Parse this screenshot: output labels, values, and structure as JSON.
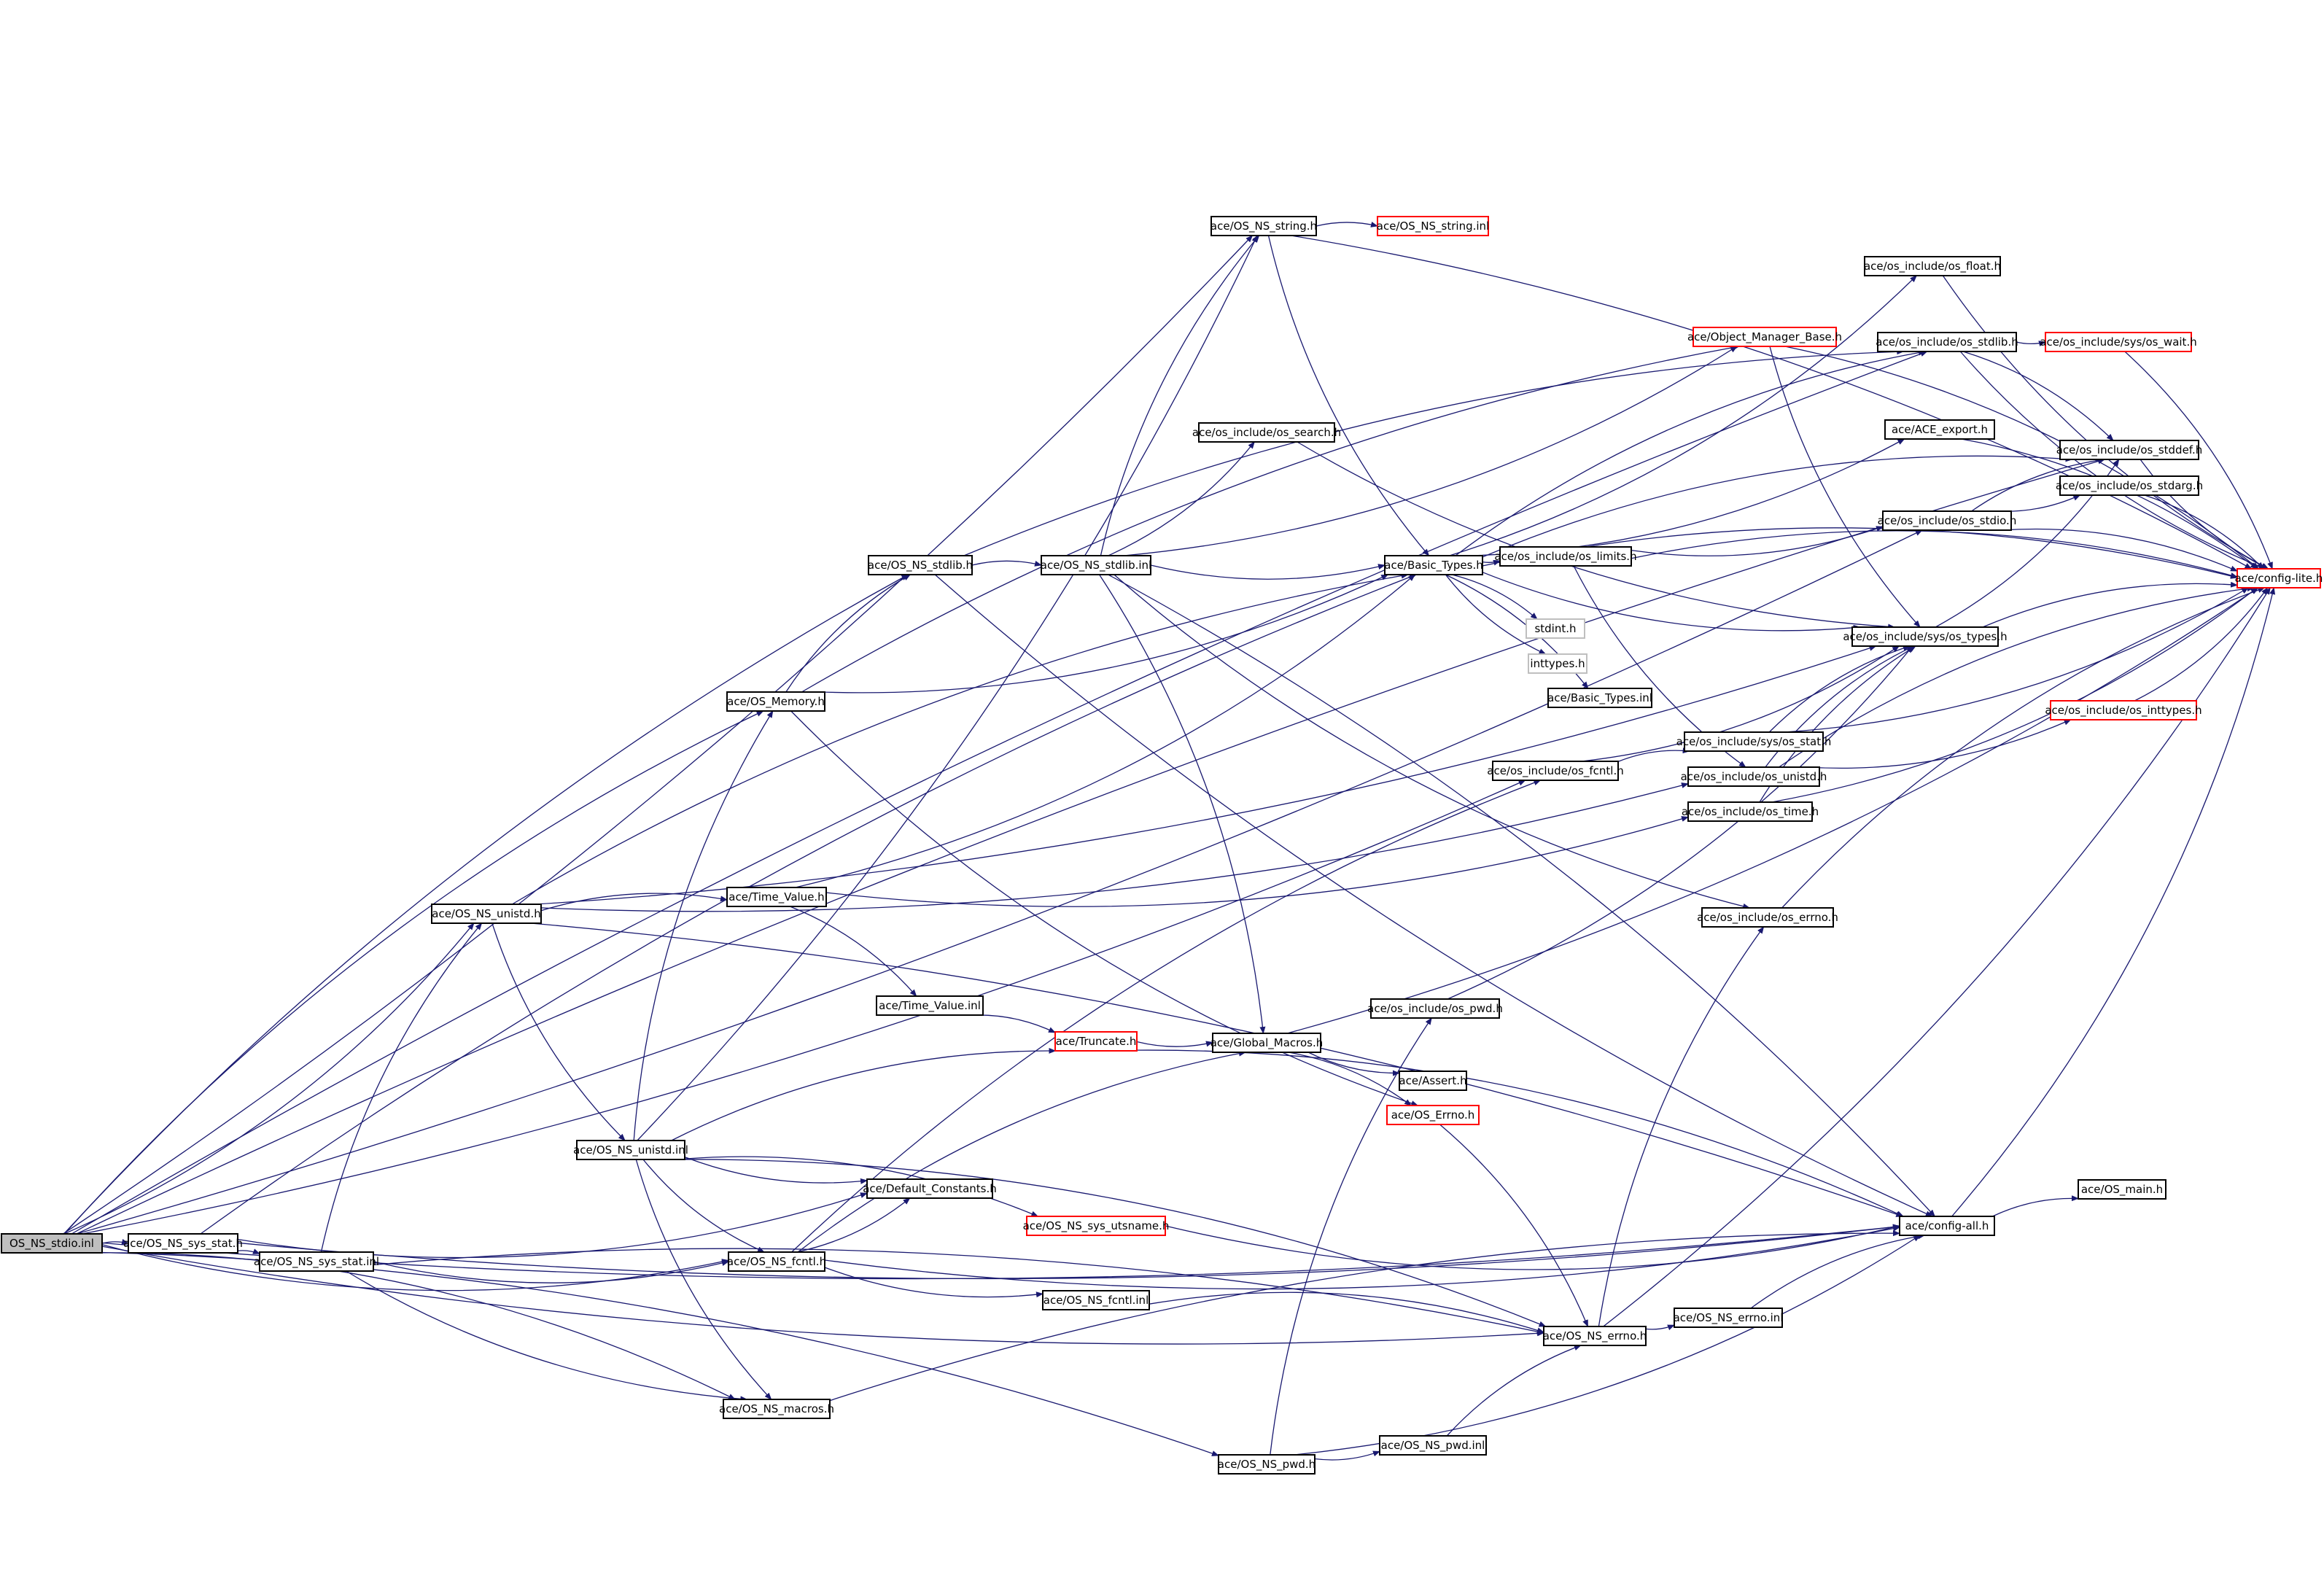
{
  "diagram": {
    "colors": {
      "edge": "#191970",
      "node_border": "#000000",
      "missing_border": "#ff0000",
      "external_border": "#bfbfbf",
      "root_fill": "#bfbfbf",
      "background": "#ffffff"
    },
    "nodes": [
      {
        "id": "root",
        "label": "OS_NS_stdio.inl",
        "kind": "root"
      },
      {
        "id": "ns_string_h",
        "label": "ace/OS_NS_string.h",
        "kind": "normal"
      },
      {
        "id": "ns_string_inl",
        "label": "ace/OS_NS_string.inl",
        "kind": "missing"
      },
      {
        "id": "os_float",
        "label": "ace/os_include/os_float.h",
        "kind": "normal"
      },
      {
        "id": "obj_mgr",
        "label": "ace/Object_Manager_Base.h",
        "kind": "missing"
      },
      {
        "id": "os_stdlib_h",
        "label": "ace/os_include/os_stdlib.h",
        "kind": "normal"
      },
      {
        "id": "os_wait",
        "label": "ace/os_include/sys/os_wait.h",
        "kind": "missing"
      },
      {
        "id": "ace_export",
        "label": "ace/ACE_export.h",
        "kind": "normal"
      },
      {
        "id": "os_search",
        "label": "ace/os_include/os_search.h",
        "kind": "normal"
      },
      {
        "id": "os_stddef",
        "label": "ace/os_include/os_stddef.h",
        "kind": "normal"
      },
      {
        "id": "os_stdarg",
        "label": "ace/os_include/os_stdarg.h",
        "kind": "normal"
      },
      {
        "id": "os_stdio",
        "label": "ace/os_include/os_stdio.h",
        "kind": "normal"
      },
      {
        "id": "ns_stdlib_h",
        "label": "ace/OS_NS_stdlib.h",
        "kind": "normal"
      },
      {
        "id": "ns_stdlib_inl",
        "label": "ace/OS_NS_stdlib.inl",
        "kind": "normal"
      },
      {
        "id": "basic_types_h",
        "label": "ace/Basic_Types.h",
        "kind": "normal"
      },
      {
        "id": "os_limits",
        "label": "ace/os_include/os_limits.h",
        "kind": "normal"
      },
      {
        "id": "config_lite",
        "label": "ace/config-lite.h",
        "kind": "missing"
      },
      {
        "id": "stdint",
        "label": "stdint.h",
        "kind": "external"
      },
      {
        "id": "os_types",
        "label": "ace/os_include/sys/os_types.h",
        "kind": "normal"
      },
      {
        "id": "inttypes",
        "label": "inttypes.h",
        "kind": "external"
      },
      {
        "id": "basic_types_inl",
        "label": "ace/Basic_Types.inl",
        "kind": "normal"
      },
      {
        "id": "os_memory",
        "label": "ace/OS_Memory.h",
        "kind": "normal"
      },
      {
        "id": "os_inttypes",
        "label": "ace/os_include/os_inttypes.h",
        "kind": "missing"
      },
      {
        "id": "sys_os_stat",
        "label": "ace/os_include/sys/os_stat.h",
        "kind": "normal"
      },
      {
        "id": "os_fcntl_h",
        "label": "ace/os_include/os_fcntl.h",
        "kind": "normal"
      },
      {
        "id": "os_unistd_h",
        "label": "ace/os_include/os_unistd.h",
        "kind": "normal"
      },
      {
        "id": "os_time",
        "label": "ace/os_include/os_time.h",
        "kind": "normal"
      },
      {
        "id": "ns_unistd_h",
        "label": "ace/OS_NS_unistd.h",
        "kind": "normal"
      },
      {
        "id": "time_value_h",
        "label": "ace/Time_Value.h",
        "kind": "normal"
      },
      {
        "id": "os_errno_h",
        "label": "ace/os_include/os_errno.h",
        "kind": "normal"
      },
      {
        "id": "time_value_inl",
        "label": "ace/Time_Value.inl",
        "kind": "normal"
      },
      {
        "id": "os_pwd",
        "label": "ace/os_include/os_pwd.h",
        "kind": "normal"
      },
      {
        "id": "truncate",
        "label": "ace/Truncate.h",
        "kind": "missing"
      },
      {
        "id": "global_macros",
        "label": "ace/Global_Macros.h",
        "kind": "normal"
      },
      {
        "id": "assert",
        "label": "ace/Assert.h",
        "kind": "normal"
      },
      {
        "id": "os_errno_cap",
        "label": "ace/OS_Errno.h",
        "kind": "missing"
      },
      {
        "id": "ns_unistd_inl",
        "label": "ace/OS_NS_unistd.inl",
        "kind": "normal"
      },
      {
        "id": "default_constants",
        "label": "ace/Default_Constants.h",
        "kind": "normal"
      },
      {
        "id": "os_main",
        "label": "ace/OS_main.h",
        "kind": "normal"
      },
      {
        "id": "ns_sys_utsname",
        "label": "ace/OS_NS_sys_utsname.h",
        "kind": "missing"
      },
      {
        "id": "config_all",
        "label": "ace/config-all.h",
        "kind": "normal"
      },
      {
        "id": "ns_sys_stat_h",
        "label": "ace/OS_NS_sys_stat.h",
        "kind": "normal"
      },
      {
        "id": "ns_sys_stat_inl",
        "label": "ace/OS_NS_sys_stat.inl",
        "kind": "normal"
      },
      {
        "id": "ns_fcntl_h",
        "label": "ace/OS_NS_fcntl.h",
        "kind": "normal"
      },
      {
        "id": "ns_fcntl_inl",
        "label": "ace/OS_NS_fcntl.inl",
        "kind": "normal"
      },
      {
        "id": "ns_errno_inl",
        "label": "ace/OS_NS_errno.inl",
        "kind": "normal"
      },
      {
        "id": "ns_errno_h",
        "label": "ace/OS_NS_errno.h",
        "kind": "normal"
      },
      {
        "id": "ns_macros",
        "label": "ace/OS_NS_macros.h",
        "kind": "normal"
      },
      {
        "id": "ns_pwd_inl",
        "label": "ace/OS_NS_pwd.inl",
        "kind": "normal"
      },
      {
        "id": "ns_pwd_h",
        "label": "ace/OS_NS_pwd.h",
        "kind": "normal"
      }
    ],
    "edges": [
      [
        "root",
        "ns_sys_stat_h"
      ],
      [
        "root",
        "ns_unistd_h"
      ],
      [
        "root",
        "os_memory"
      ],
      [
        "root",
        "ns_string_h"
      ],
      [
        "root",
        "ns_stdlib_h"
      ],
      [
        "root",
        "ns_fcntl_h"
      ],
      [
        "root",
        "ns_macros"
      ],
      [
        "root",
        "ns_errno_h"
      ],
      [
        "root",
        "ns_pwd_h"
      ],
      [
        "root",
        "config_all"
      ],
      [
        "root",
        "os_stdlib_h"
      ],
      [
        "root",
        "os_stdio"
      ],
      [
        "root",
        "os_stddef"
      ],
      [
        "root",
        "os_fcntl_h"
      ],
      [
        "ns_sys_stat_h",
        "ns_sys_stat_inl"
      ],
      [
        "ns_sys_stat_h",
        "default_constants"
      ],
      [
        "ns_sys_stat_h",
        "basic_types_h"
      ],
      [
        "ns_sys_stat_h",
        "config_all"
      ],
      [
        "ns_sys_stat_inl",
        "ns_unistd_h"
      ],
      [
        "ns_sys_stat_inl",
        "ns_fcntl_h"
      ],
      [
        "ns_sys_stat_inl",
        "ns_errno_h"
      ],
      [
        "ns_sys_stat_inl",
        "ns_macros"
      ],
      [
        "ns_unistd_h",
        "time_value_h"
      ],
      [
        "ns_unistd_h",
        "ns_unistd_inl"
      ],
      [
        "ns_unistd_h",
        "basic_types_h"
      ],
      [
        "ns_unistd_h",
        "os_unistd_h"
      ],
      [
        "ns_unistd_h",
        "config_all"
      ],
      [
        "ns_unistd_h",
        "os_types"
      ],
      [
        "ns_unistd_inl",
        "os_memory"
      ],
      [
        "ns_unistd_inl",
        "ns_string_h"
      ],
      [
        "ns_unistd_inl",
        "truncate"
      ],
      [
        "ns_unistd_inl",
        "default_constants"
      ],
      [
        "ns_unistd_inl",
        "ns_sys_utsname"
      ],
      [
        "ns_unistd_inl",
        "ns_fcntl_h"
      ],
      [
        "ns_unistd_inl",
        "ns_errno_h"
      ],
      [
        "ns_unistd_inl",
        "ns_macros"
      ],
      [
        "os_memory",
        "ns_stdlib_h"
      ],
      [
        "os_memory",
        "basic_types_h"
      ],
      [
        "os_memory",
        "obj_mgr"
      ],
      [
        "os_memory",
        "os_errno_cap"
      ],
      [
        "ns_stdlib_h",
        "ns_stdlib_inl"
      ],
      [
        "ns_stdlib_h",
        "config_all"
      ],
      [
        "ns_stdlib_h",
        "os_stdlib_h"
      ],
      [
        "ns_stdlib_inl",
        "basic_types_h"
      ],
      [
        "ns_stdlib_inl",
        "ns_string_h"
      ],
      [
        "ns_stdlib_inl",
        "os_search"
      ],
      [
        "ns_stdlib_inl",
        "global_macros"
      ],
      [
        "ns_stdlib_inl",
        "os_errno_h"
      ],
      [
        "ns_stdlib_inl",
        "config_all"
      ],
      [
        "ns_stdlib_inl",
        "obj_mgr"
      ],
      [
        "ns_string_h",
        "ns_string_inl"
      ],
      [
        "ns_string_h",
        "basic_types_h"
      ],
      [
        "ns_string_h",
        "config_lite"
      ],
      [
        "basic_types_h",
        "os_limits"
      ],
      [
        "basic_types_h",
        "stdint"
      ],
      [
        "basic_types_h",
        "inttypes"
      ],
      [
        "basic_types_h",
        "basic_types_inl"
      ],
      [
        "basic_types_h",
        "os_float"
      ],
      [
        "basic_types_h",
        "os_stdlib_h"
      ],
      [
        "basic_types_h",
        "ace_export"
      ],
      [
        "basic_types_h",
        "os_stddef"
      ],
      [
        "basic_types_h",
        "os_types"
      ],
      [
        "basic_types_h",
        "config_lite"
      ],
      [
        "os_limits",
        "os_stdio"
      ],
      [
        "os_limits",
        "config_lite"
      ],
      [
        "os_limits",
        "os_unistd_h"
      ],
      [
        "os_stdio",
        "os_stddef"
      ],
      [
        "os_stdio",
        "os_stdarg"
      ],
      [
        "os_stdio",
        "config_lite"
      ],
      [
        "os_stdlib_h",
        "os_wait"
      ],
      [
        "os_stdlib_h",
        "os_stddef"
      ],
      [
        "os_stdlib_h",
        "config_lite"
      ],
      [
        "os_wait",
        "config_lite"
      ],
      [
        "os_float",
        "config_lite"
      ],
      [
        "obj_mgr",
        "config_lite"
      ],
      [
        "obj_mgr",
        "os_types"
      ],
      [
        "ace_export",
        "config_lite"
      ],
      [
        "os_stddef",
        "config_lite"
      ],
      [
        "os_stdarg",
        "config_lite"
      ],
      [
        "os_types",
        "os_stddef"
      ],
      [
        "os_types",
        "config_lite"
      ],
      [
        "os_search",
        "os_types"
      ],
      [
        "os_fcntl_h",
        "sys_os_stat"
      ],
      [
        "os_fcntl_h",
        "os_types"
      ],
      [
        "sys_os_stat",
        "os_types"
      ],
      [
        "sys_os_stat",
        "config_lite"
      ],
      [
        "os_unistd_h",
        "os_types"
      ],
      [
        "os_unistd_h",
        "os_inttypes"
      ],
      [
        "os_unistd_h",
        "config_lite"
      ],
      [
        "os_inttypes",
        "config_lite"
      ],
      [
        "os_time",
        "os_types"
      ],
      [
        "os_time",
        "config_lite"
      ],
      [
        "os_errno_h",
        "config_lite"
      ],
      [
        "time_value_h",
        "basic_types_h"
      ],
      [
        "time_value_h",
        "time_value_inl"
      ],
      [
        "time_value_h",
        "os_time"
      ],
      [
        "time_value_inl",
        "truncate"
      ],
      [
        "truncate",
        "global_macros"
      ],
      [
        "truncate",
        "config_all"
      ],
      [
        "global_macros",
        "assert"
      ],
      [
        "global_macros",
        "os_errno_cap"
      ],
      [
        "global_macros",
        "config_lite"
      ],
      [
        "os_errno_cap",
        "ns_errno_h"
      ],
      [
        "ns_fcntl_h",
        "ns_fcntl_inl"
      ],
      [
        "ns_fcntl_h",
        "global_macros"
      ],
      [
        "ns_fcntl_h",
        "default_constants"
      ],
      [
        "ns_fcntl_h",
        "os_fcntl_h"
      ],
      [
        "ns_fcntl_h",
        "config_all"
      ],
      [
        "ns_fcntl_inl",
        "ns_errno_h"
      ],
      [
        "ns_errno_h",
        "ns_errno_inl"
      ],
      [
        "ns_errno_h",
        "os_errno_h"
      ],
      [
        "ns_errno_h",
        "config_lite"
      ],
      [
        "ns_errno_inl",
        "config_all"
      ],
      [
        "ns_sys_utsname",
        "config_all"
      ],
      [
        "ns_macros",
        "config_all"
      ],
      [
        "ns_pwd_h",
        "ns_pwd_inl"
      ],
      [
        "ns_pwd_h",
        "os_pwd"
      ],
      [
        "ns_pwd_h",
        "config_all"
      ],
      [
        "ns_pwd_inl",
        "ns_errno_h"
      ],
      [
        "os_pwd",
        "os_types"
      ],
      [
        "config_all",
        "os_main"
      ],
      [
        "config_all",
        "config_lite"
      ]
    ]
  }
}
